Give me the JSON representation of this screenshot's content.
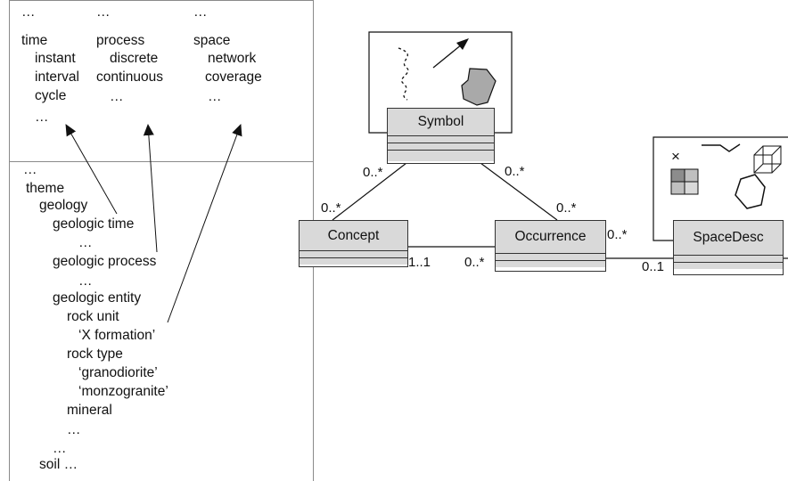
{
  "vocab": {
    "time": {
      "items": [
        "…",
        "time",
        "instant",
        "interval",
        "cycle",
        "…"
      ]
    },
    "process": {
      "items": [
        "…",
        "process",
        "discrete",
        "continuous",
        "…"
      ]
    },
    "space": {
      "items": [
        "…",
        "space",
        "network",
        "coverage",
        "…"
      ]
    }
  },
  "theme": {
    "items": [
      "…",
      "theme",
      "geology",
      "geologic time",
      "…",
      "geologic process",
      "…",
      "geologic entity",
      "rock unit",
      "‘X formation’",
      "rock type",
      "‘granodiorite’",
      "‘monzogranite’",
      "mineral",
      "…",
      "…",
      "soil …"
    ]
  },
  "classes": {
    "symbol": "Symbol",
    "concept": "Concept",
    "occurrence": "Occurrence",
    "spacedesc": "SpaceDesc"
  },
  "multiplicities": {
    "symbol_concept_top": "0..*",
    "symbol_concept_bottom": "0..*",
    "symbol_occ_top": "0..*",
    "symbol_occ_bottom": "0..*",
    "concept_occ_left": "1..1",
    "concept_occ_right": "0..*",
    "occ_space_left": "0..*",
    "occ_space_right": "0..1"
  },
  "icon_marks": {
    "x_mark": "×"
  }
}
